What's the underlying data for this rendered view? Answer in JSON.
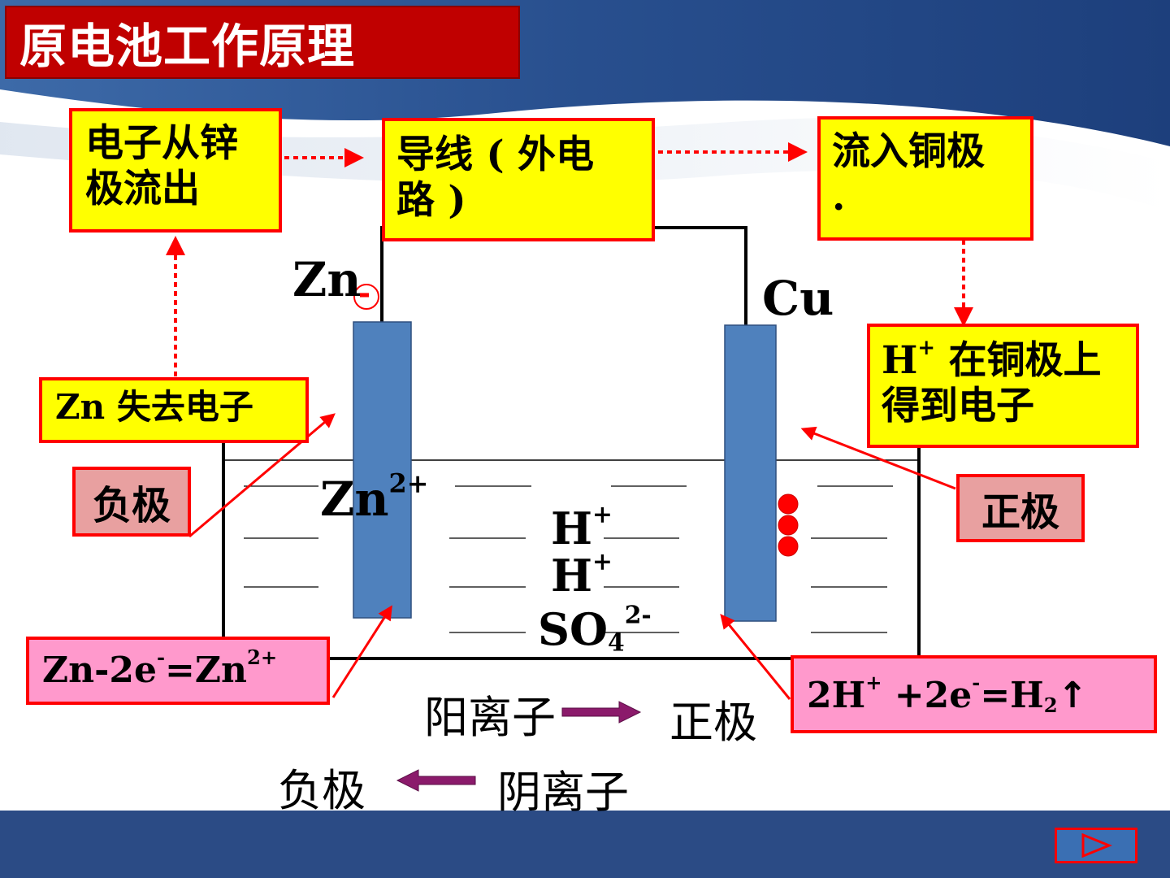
{
  "slide": {
    "title": "原电池工作原理",
    "colors": {
      "title_bg": "#c00000",
      "callout_yellow": "#ffff00",
      "callout_pink": "#ff99cc",
      "callout_border": "#ff0000",
      "electrode": "#4f81bd",
      "footer": "#2b4b85"
    }
  },
  "callouts": {
    "zinc_emits_1": "电子从锌",
    "zinc_emits_2": "极流出",
    "wire_1": "导线 ( 外电",
    "wire_2": "路 )",
    "into_copper_1": "流入铜极",
    "into_copper_2": ".",
    "h_gain_sym": "H",
    "h_gain_sup": "+",
    "h_gain_1": " 在铜极上",
    "h_gain_2": "得到电子",
    "zn_lose": "Zn 失去电子",
    "negative": "负极",
    "positive": "正极",
    "eq_zn_a": "Zn-2e",
    "eq_zn_sup1": "-",
    "eq_zn_b": "=Zn",
    "eq_zn_sup2": "2+",
    "eq_h_a": "2H",
    "eq_h_sup1": "+",
    "eq_h_b": " +2e",
    "eq_h_sup2": "-",
    "eq_h_c": "=H",
    "eq_h_sub": "2",
    "eq_h_arrow": "↑"
  },
  "labels": {
    "zn": "Zn",
    "cu": "Cu",
    "minus_sign": "-",
    "zn_ion": "Zn",
    "zn_ion_charge": "2+",
    "h_ion": "H",
    "h_ion_charge": "+",
    "so4_base": "SO",
    "so4_sub": "4",
    "so4_charge": "2-"
  },
  "legend": {
    "cation": "阳离子",
    "to_positive": "正极",
    "to_negative": "负极",
    "anion": "阴离子"
  }
}
